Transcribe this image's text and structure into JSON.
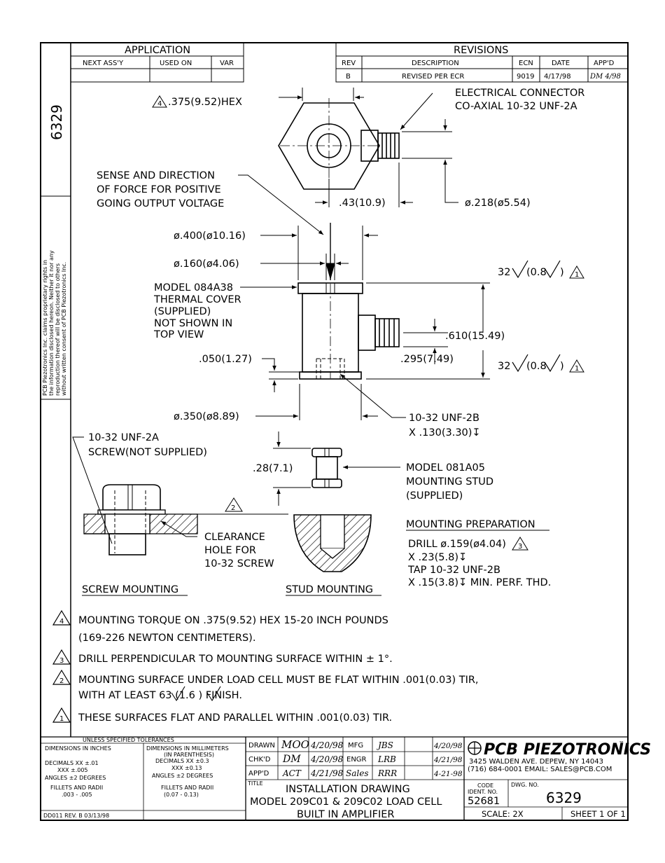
{
  "side": {
    "drawing_number": "6329",
    "proprietary_lines": [
      "PCB Piezotronics Inc. claims proprietary rights in",
      "the information disclosed hereon. Neither it nor any",
      "reproduction thereof will be disclosed to others",
      "without written consent of PCB Piezotronics Inc."
    ]
  },
  "application": {
    "title": "APPLICATION",
    "headers": [
      "NEXT ASS'Y",
      "USED ON",
      "VAR"
    ]
  },
  "revisions": {
    "title": "REVISIONS",
    "headers": [
      "REV",
      "DESCRIPTION",
      "ECN",
      "DATE",
      "APP'D"
    ],
    "row": [
      "B",
      "REVISED PER ECR",
      "9019",
      "4/17/98",
      "DM 4/98"
    ]
  },
  "labels": {
    "hex_num": "4",
    "hex_dim": ".375(9.52)HEX",
    "connector_1": "ELECTRICAL CONNECTOR",
    "connector_2": "CO-AXIAL 10-32 UNF-2A",
    "force_1": "SENSE AND DIRECTION",
    "force_2": "OF FORCE FOR POSITIVE",
    "force_3": "GOING OUTPUT VOLTAGE",
    "dim_43": ".43(10.9)",
    "dim_218": "ø.218(ø5.54)",
    "dim_400": "ø.400(ø10.16)",
    "dim_160": "ø.160(ø4.06)",
    "cover_1": "MODEL 084A38",
    "cover_2": "THERMAL COVER",
    "cover_3": "(SUPPLIED)",
    "cover_4": "NOT SHOWN IN",
    "cover_5": "TOP VIEW",
    "finish_top": "32",
    "finish_top_mm": "(0.8",
    "finish_top_close": ")",
    "finish_bot": "32",
    "finish_bot_mm": "(0.8",
    "finish_bot_close": ")",
    "tri1": "1",
    "dim_610": ".610(15.49)",
    "dim_050": ".050(1.27)",
    "dim_295": ".295(7.49)",
    "dim_350": "ø.350(ø8.89)",
    "thread_1": "10-32 UNF-2B",
    "thread_2": "X .130(3.30)↧",
    "screw_1": "10-32 UNF-2A",
    "screw_2": "SCREW(NOT SUPPLIED)",
    "dim_28": ".28(7.1)",
    "stud_1": "MODEL 081A05",
    "stud_2": "MOUNTING STUD",
    "stud_3": "(SUPPLIED)",
    "tri2": "2",
    "clear_1": "CLEARANCE",
    "clear_2": "HOLE FOR",
    "clear_3": "10-32 SCREW",
    "prep_title": "MOUNTING PREPARATION",
    "prep_1": "DRILL ø.159(ø4.04)",
    "prep_tri": "3",
    "prep_2": "X .23(5.8)↧",
    "prep_3": "TAP 10-32 UNF-2B",
    "prep_4": "X .15(3.8)↧ MIN. PERF. THD.",
    "screw_mounting": "SCREW MOUNTING",
    "stud_mounting": "STUD MOUNTING"
  },
  "notes": [
    {
      "num": "4",
      "lines": [
        "MOUNTING TORQUE ON .375(9.52) HEX 15-20 INCH POUNDS",
        "(169-226 NEWTON CENTIMETERS)."
      ]
    },
    {
      "num": "3",
      "lines": [
        "DRILL PERPENDICULAR TO MOUNTING SURFACE WITHIN ± 1°."
      ]
    },
    {
      "num": "2",
      "lines": [
        "MOUNTING SURFACE UNDER LOAD CELL MUST BE FLAT WITHIN .001(0.03) TIR,",
        "WITH AT LEAST 63  (1.6  ) FINISH."
      ]
    },
    {
      "num": "1",
      "lines": [
        "THESE SURFACES FLAT AND PARALLEL WITHIN .001(0.03) TIR."
      ]
    }
  ],
  "tolerances": {
    "header": "UNLESS SPECIFIED TOLERANCES",
    "left": [
      "DIMENSIONS IN INCHES",
      "DECIMALS  XX ±.01",
      "XXX ±.005",
      "ANGLES ±2 DEGREES",
      "FILLETS AND RADII",
      ".003 - .005"
    ],
    "right": [
      "DIMENSIONS IN MILLIMETERS",
      "(IN PARENTHESIS)",
      "DECIMALS  XX ±0.3",
      "XXX ±0.13",
      "ANGLES ±2 DEGREES",
      "FILLETS AND RADII",
      "(0.07 - 0.13)"
    ],
    "rev": "DD011 REV. B 03/13/98"
  },
  "signoff": {
    "rows": [
      {
        "label": "DRAWN",
        "name": "MOO",
        "date": "4/20/98",
        "label2": "MFG",
        "name2": "JBS",
        "date2": "4/20/98"
      },
      {
        "label": "CHK'D",
        "name": "DM",
        "date": "4/20/98",
        "label2": "ENGR",
        "name2": "LRB",
        "date2": "4/21/98"
      },
      {
        "label": "APP'D",
        "name": "ACT",
        "date": "4/21/98",
        "label2": "Sales",
        "name2": "RRR",
        "date2": "4-21-98"
      }
    ],
    "title_label": "TITLE",
    "title_lines": [
      "INSTALLATION DRAWING",
      "MODEL 209C01 & 209C02 LOAD CELL",
      "BUILT IN AMPLIFIER"
    ]
  },
  "company": {
    "logo": "PCB PIEZOTRONICS",
    "tm": "™",
    "address": "3425 WALDEN AVE. DEPEW, NY 14043",
    "contact": "(716) 684-0001 EMAIL: SALES@PCB.COM",
    "code_label_1": "CODE",
    "code_label_2": "IDENT. NO.",
    "code": "52681",
    "dwg_label": "DWG. NO.",
    "dwg_no": "6329",
    "scale": "SCALE:  2X",
    "sheet": "SHEET  1  OF  1"
  }
}
